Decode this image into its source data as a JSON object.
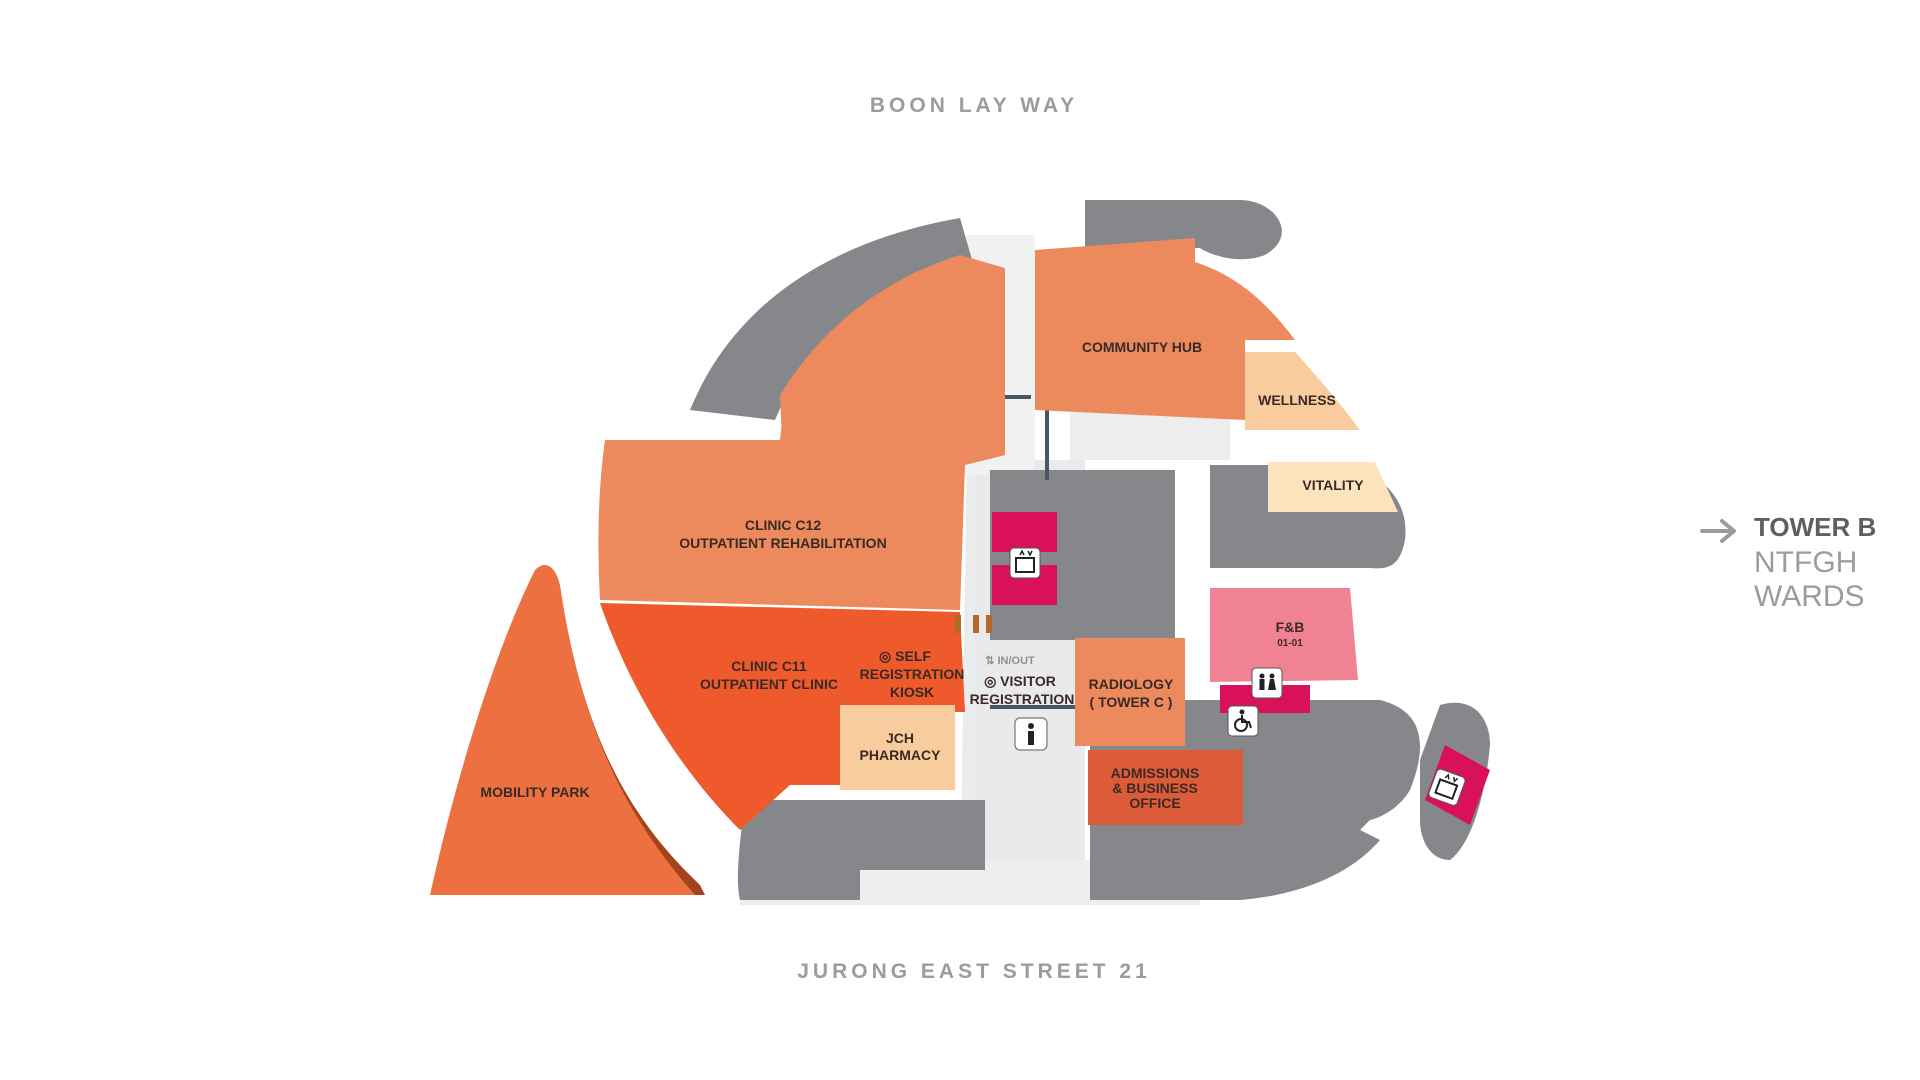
{
  "streets": {
    "north": "BOON LAY WAY",
    "south": "JURONG EAST STREET 21"
  },
  "zones": {
    "community_hub": "COMMUNITY HUB",
    "wellness": "WELLNESS",
    "vitality": "VITALITY",
    "clinic_c12_line1": "CLINIC C12",
    "clinic_c12_line2": "OUTPATIENT REHABILITATION",
    "clinic_c11_line1": "CLINIC C11",
    "clinic_c11_line2": "OUTPATIENT CLINIC",
    "self_reg_line1": "◎ SELF",
    "self_reg_line2": "REGISTRATION",
    "self_reg_line3": "KIOSK",
    "in_out": "⇅ IN/OUT",
    "visitor_reg_line1": "◎ VISITOR",
    "visitor_reg_line2": "REGISTRATION",
    "radiology_line1": "RADIOLOGY",
    "radiology_line2": "( TOWER C )",
    "fb": "F&B",
    "fb_unit": "01-01",
    "jch_line1": "JCH",
    "jch_line2": "PHARMACY",
    "admissions_line1": "ADMISSIONS",
    "admissions_line2": "& BUSINESS",
    "admissions_line3": "OFFICE",
    "mobility_park": "MOBILITY PARK"
  },
  "tower_link": {
    "line1": "TOWER B",
    "line2": "NTFGH",
    "line3": "WARDS"
  },
  "icons": [
    "lift-icon",
    "info-icon",
    "restroom-icon",
    "accessible-icon",
    "arrow-right-icon"
  ],
  "colors": {
    "corridor_grey": "#85878b",
    "floor": "#e9eaeb",
    "clinic_orange": "#ec8a5e",
    "clinic_dark_orange": "#ef5a2c",
    "park_orange": "#ec7040",
    "pale_peach": "#f9cc9d",
    "light_peach": "#fde2be",
    "pink_fb": "#f08393",
    "magenta": "#d9115a",
    "admissions": "#dc5b39"
  }
}
